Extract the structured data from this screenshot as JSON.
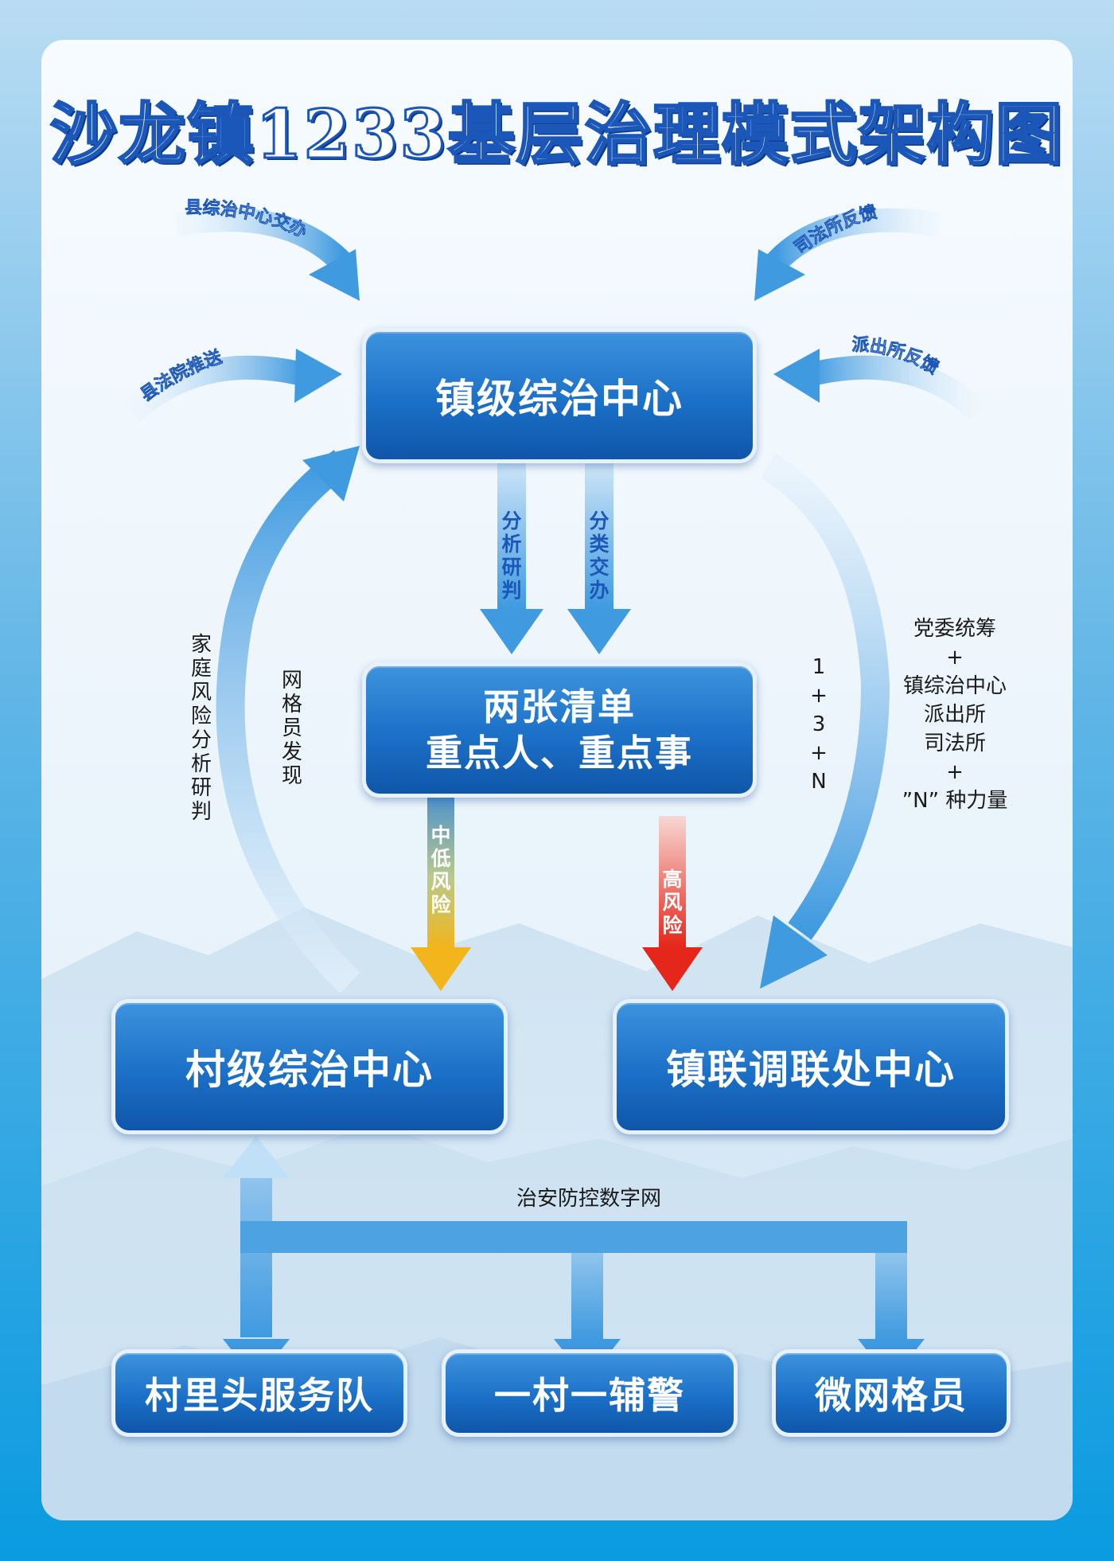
{
  "title": "沙龙镇1233基层治理模式架构图",
  "inputs": {
    "county_center": "县综治中心交办",
    "justice_office_feedback": "司法所反馈",
    "county_court": "县法院推送",
    "police_feedback": "派出所反馈"
  },
  "nodes": {
    "town_center": "镇级综治中心",
    "two_lists_line1": "两张清单",
    "two_lists_line2": "重点人、重点事",
    "village_center": "村级综治中心",
    "mediation_center": "镇联调联处中心",
    "service_team": "村里头服务队",
    "auxiliary_police": "一村一辅警",
    "micro_grid": "微网格员"
  },
  "flows": {
    "analysis": "分析研判",
    "classify": "分类交办",
    "mid_low_risk": "中低风险",
    "high_risk": "高风险",
    "family_risk": "家庭风险分析研判",
    "grid_found": "网格员发现",
    "one_three_n": "1+3+N",
    "digital_net": "治安防控数字网"
  },
  "coordination": {
    "line1": "党委统筹",
    "plus1": "+",
    "line2": "镇综治中心",
    "line3": "派出所",
    "line4": "司法所",
    "plus2": "+",
    "line5": "”N”  种力量"
  },
  "colors": {
    "box_top": "#3d93de",
    "box_bottom": "#0f56aa",
    "arrow_blue": "#3f9ae0",
    "arrow_yellow": "#f2b51c",
    "arrow_red": "#e5261a",
    "title_stroke": "#1b57b8"
  }
}
